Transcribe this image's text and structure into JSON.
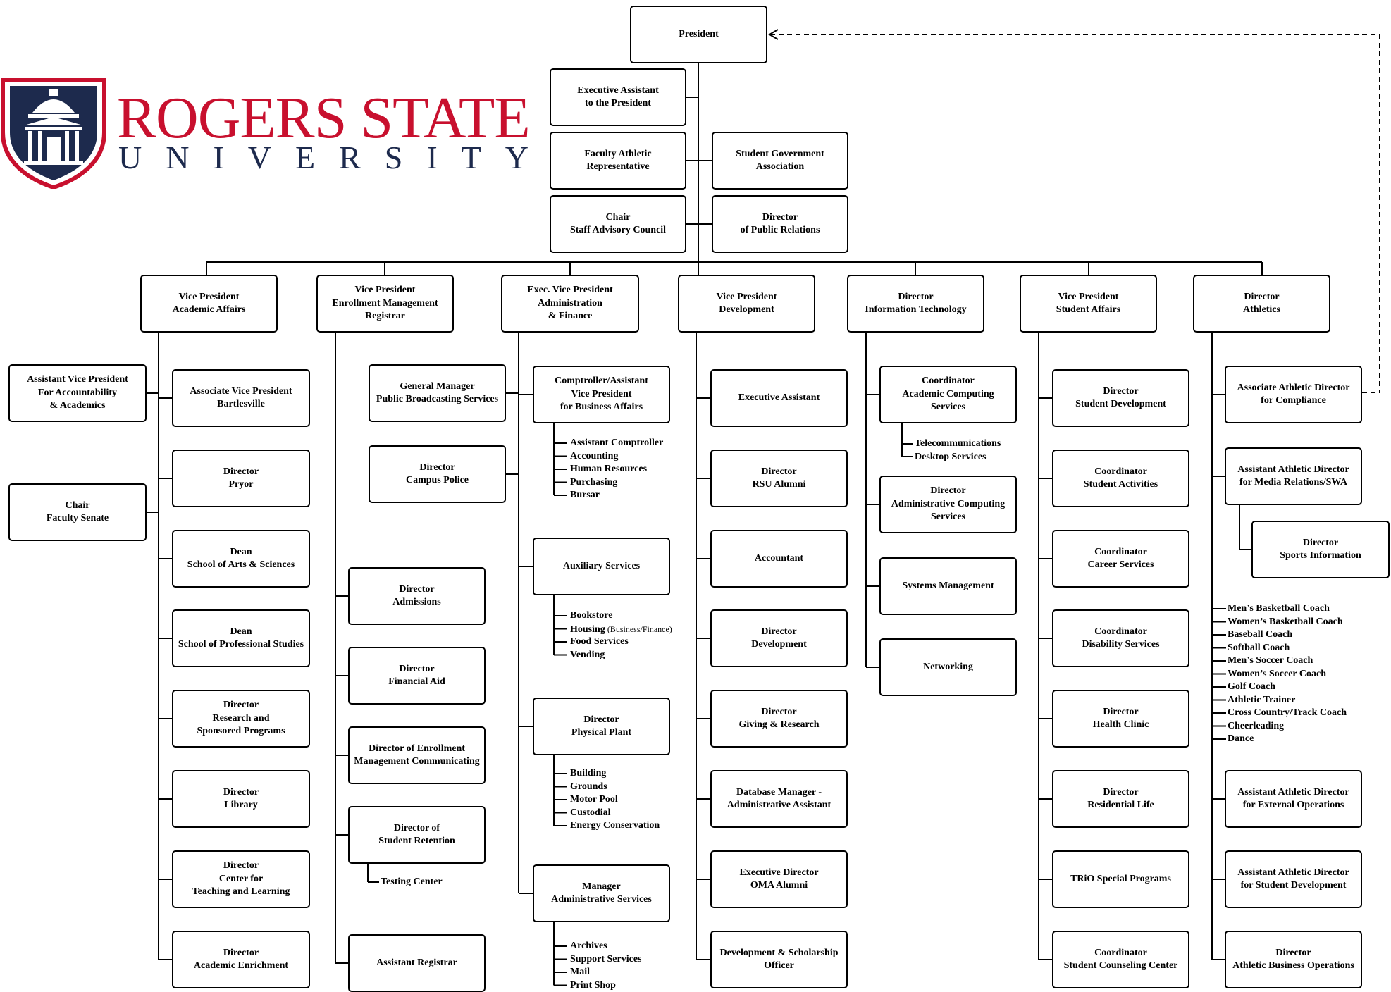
{
  "logo": {
    "name_line1": "ROGERS STATE",
    "name_line2": "UNIVERSITY",
    "colors": {
      "red": "#c8102e",
      "navy": "#1d2a4d"
    }
  },
  "top": {
    "president": [
      "President"
    ],
    "exec_assistant": [
      "Executive Assistant",
      "to the President"
    ],
    "faculty_athletic_rep": [
      "Faculty Athletic",
      "Representative"
    ],
    "student_government": [
      "Student Government",
      "Association"
    ],
    "staff_advisory_chair": [
      "Chair",
      "Staff Advisory Council"
    ],
    "public_relations": [
      "Director",
      "of Public Relations"
    ]
  },
  "divisions": {
    "academic_affairs": {
      "head": [
        "Vice President",
        "Academic Affairs"
      ],
      "left": [
        [
          "Assistant Vice President",
          "For Accountability",
          "& Academics"
        ],
        [
          "Chair",
          "Faculty Senate"
        ]
      ],
      "units": [
        [
          "Associate Vice President",
          "Bartlesville"
        ],
        [
          "Director",
          "Pryor"
        ],
        [
          "Dean",
          "School of Arts & Sciences"
        ],
        [
          "Dean",
          "School of Professional Studies"
        ],
        [
          "Director",
          "Research and",
          "Sponsored Programs"
        ],
        [
          "Director",
          "Library"
        ],
        [
          "Director",
          "Center for",
          "Teaching and Learning"
        ],
        [
          "Director",
          "Academic Enrichment"
        ]
      ]
    },
    "enrollment": {
      "head": [
        "Vice President",
        "Enrollment Management",
        "Registrar"
      ],
      "units": [
        [
          "Director",
          "Admissions"
        ],
        [
          "Director",
          "Financial Aid"
        ],
        [
          "Director of Enrollment",
          "Management Communicating"
        ],
        [
          "Director of",
          "Student Retention"
        ],
        [
          "Assistant Registrar"
        ]
      ],
      "retention_sub": [
        "Testing Center"
      ]
    },
    "admin_finance": {
      "head": [
        "Exec. Vice President",
        "Administration",
        "& Finance"
      ],
      "left": [
        [
          "General Manager",
          "Public Broadcasting Services"
        ],
        [
          "Director",
          "Campus Police"
        ]
      ],
      "units": [
        [
          "Comptroller/Assistant",
          "Vice President",
          "for Business Affairs"
        ],
        [
          "Auxiliary Services"
        ],
        [
          "Director",
          "Physical Plant"
        ],
        [
          "Manager",
          "Administrative Services"
        ]
      ],
      "comptroller_list": [
        "Assistant Comptroller",
        "Accounting",
        "Human Resources",
        "Purchasing",
        "Bursar"
      ],
      "auxiliary_list": [
        "Bookstore",
        "Housing",
        "Food Services",
        "Vending"
      ],
      "housing_note": "(Business/Finance)",
      "plant_list": [
        "Building",
        "Grounds",
        "Motor Pool",
        "Custodial",
        "Energy Conservation"
      ],
      "admin_list": [
        "Archives",
        "Support Services",
        "Mail",
        "Print Shop"
      ]
    },
    "development": {
      "head": [
        "Vice President",
        "Development"
      ],
      "units": [
        [
          "Executive Assistant"
        ],
        [
          "Director",
          "RSU Alumni"
        ],
        [
          "Accountant"
        ],
        [
          "Director",
          "Development"
        ],
        [
          "Director",
          "Giving & Research"
        ],
        [
          "Database Manager -",
          "Administrative Assistant"
        ],
        [
          "Executive Director",
          "OMA Alumni"
        ],
        [
          "Development & Scholarship",
          "Officer"
        ]
      ]
    },
    "it": {
      "head": [
        "Director",
        "Information Technology"
      ],
      "units": [
        [
          "Coordinator",
          "Academic Computing",
          "Services"
        ],
        [
          "Director",
          "Administrative Computing",
          "Services"
        ],
        [
          "Systems Management"
        ],
        [
          "Networking"
        ]
      ],
      "academic_list": [
        "Telecommunications",
        "Desktop Services"
      ]
    },
    "student_affairs": {
      "head": [
        "Vice President",
        "Student Affairs"
      ],
      "units": [
        [
          "Director",
          "Student Development"
        ],
        [
          "Coordinator",
          "Student Activities"
        ],
        [
          "Coordinator",
          "Career Services"
        ],
        [
          "Coordinator",
          "Disability Services"
        ],
        [
          "Director",
          "Health Clinic"
        ],
        [
          "Director",
          "Residential Life"
        ],
        [
          "TRiO Special Programs"
        ],
        [
          "Coordinator",
          "Student Counseling Center"
        ]
      ]
    },
    "athletics": {
      "head": [
        "Director",
        "Athletics"
      ],
      "units": [
        [
          "Associate Athletic Director",
          "for Compliance"
        ],
        [
          "Assistant Athletic Director",
          "for Media Relations/SWA"
        ],
        [
          "Assistant Athletic Director",
          "for External Operations"
        ],
        [
          "Assistant Athletic Director",
          "for Student Development"
        ],
        [
          "Director",
          "Athletic Business Operations"
        ]
      ],
      "sports_info": [
        "Director",
        "Sports Information"
      ],
      "coaches": [
        "Men’s Basketball Coach",
        "Women’s Basketball Coach",
        "Baseball Coach",
        "Softball Coach",
        "Men’s Soccer Coach",
        "Women’s Soccer Coach",
        "Golf Coach",
        "Athletic Trainer",
        "Cross Country/Track Coach",
        "Cheerleading",
        "Dance"
      ]
    }
  }
}
